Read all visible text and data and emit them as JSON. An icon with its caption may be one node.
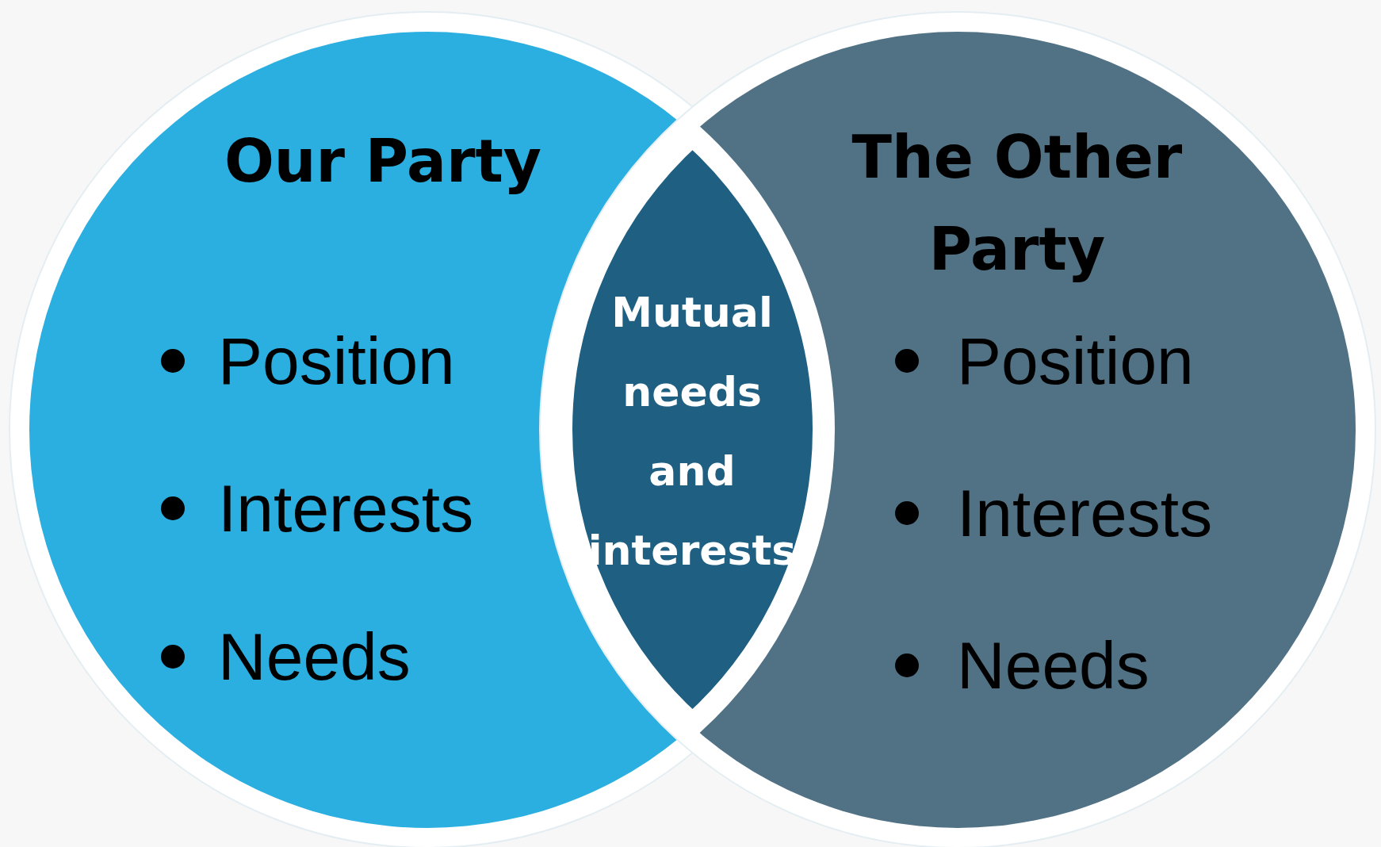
{
  "diagram": {
    "nodes": [
      {
        "text": [
          "Our Party",
          "Position",
          "Interests",
          "Needs"
        ]
      },
      {
        "text": [
          "The Other Party",
          "Position",
          "Interests",
          "Needs"
        ]
      },
      {
        "text": [
          "Mutual needs and interests"
        ]
      }
    ],
    "edges": []
  }
}
